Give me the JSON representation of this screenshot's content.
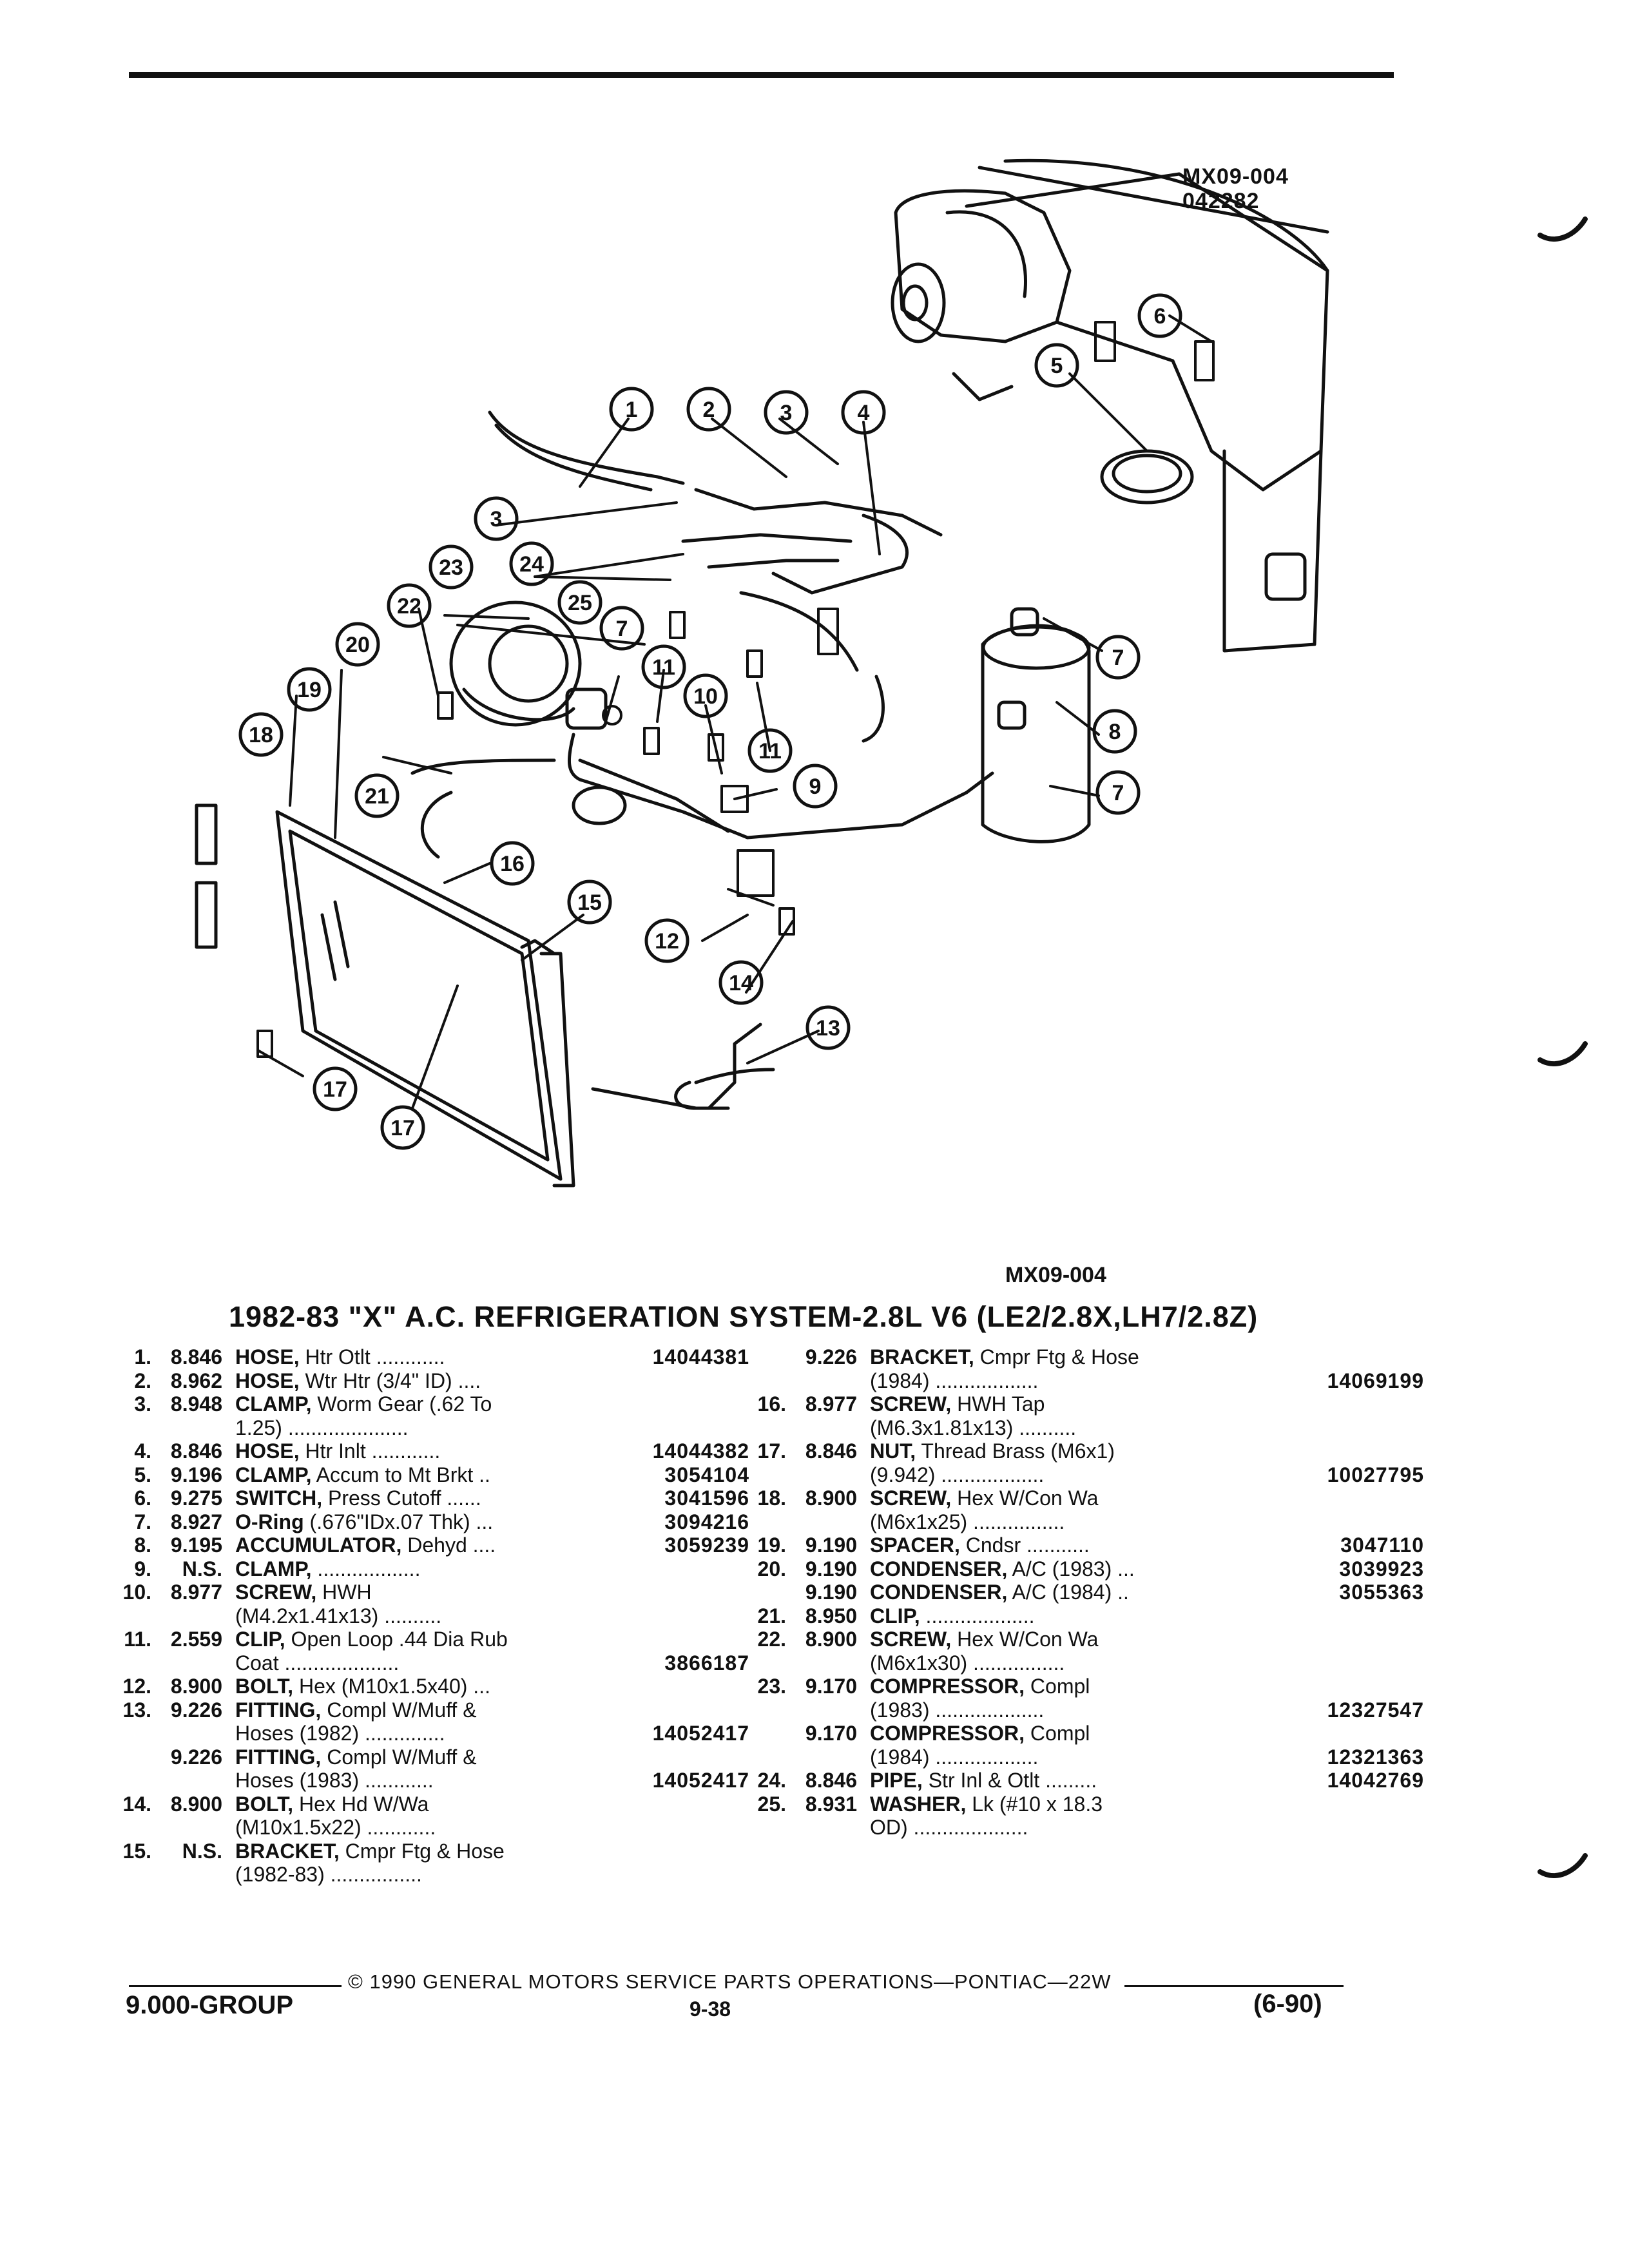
{
  "diagram": {
    "code": "MX09-004",
    "id_number": "042282",
    "caption_code": "MX09-004",
    "callouts": [
      "1",
      "2",
      "3",
      "3",
      "4",
      "5",
      "6",
      "7",
      "7",
      "7",
      "8",
      "9",
      "10",
      "11",
      "11",
      "12",
      "13",
      "14",
      "15",
      "16",
      "17",
      "17",
      "18",
      "19",
      "20",
      "21",
      "22",
      "23",
      "24",
      "25"
    ]
  },
  "title": "1982-83 \"X\" A.C. REFRIGERATION SYSTEM-2.8L V6 (LE2/2.8X,LH7/2.8Z)",
  "parts_left": [
    {
      "num": "1.",
      "group": "8.846",
      "name": "HOSE,",
      "desc": " Htr Otlt",
      "dots": "............",
      "pn": "14044381"
    },
    {
      "num": "2.",
      "group": "8.962",
      "name": "HOSE,",
      "desc": " Wtr Htr (3/4\" ID)",
      "dots": "....",
      "pn": ""
    },
    {
      "num": "3.",
      "group": "8.948",
      "name": "CLAMP,",
      "desc": " Worm Gear (.62 To",
      "dots": "",
      "pn": ""
    },
    {
      "num": "",
      "group": "",
      "name": "",
      "desc": "1.25)",
      "dots": ".....................",
      "pn": ""
    },
    {
      "num": "4.",
      "group": "8.846",
      "name": "HOSE,",
      "desc": " Htr Inlt",
      "dots": "............",
      "pn": "14044382"
    },
    {
      "num": "5.",
      "group": "9.196",
      "name": "CLAMP,",
      "desc": " Accum to Mt Brkt",
      "dots": "..",
      "pn": "3054104"
    },
    {
      "num": "6.",
      "group": "9.275",
      "name": "SWITCH,",
      "desc": " Press Cutoff",
      "dots": "......",
      "pn": "3041596"
    },
    {
      "num": "7.",
      "group": "8.927",
      "name": "O-Ring",
      "desc": " (.676\"IDx.07 Thk)",
      "dots": "...",
      "pn": "3094216"
    },
    {
      "num": "8.",
      "group": "9.195",
      "name": "ACCUMULATOR,",
      "desc": " Dehyd",
      "dots": "....",
      "pn": "3059239"
    },
    {
      "num": "9.",
      "group": "N.S.",
      "name": "CLAMP,",
      "desc": "",
      "dots": "..................",
      "pn": ""
    },
    {
      "num": "10.",
      "group": "8.977",
      "name": "SCREW,",
      "desc": " HWH",
      "dots": "",
      "pn": ""
    },
    {
      "num": "",
      "group": "",
      "name": "",
      "desc": "(M4.2x1.41x13)",
      "dots": "..........",
      "pn": ""
    },
    {
      "num": "11.",
      "group": "2.559",
      "name": "CLIP,",
      "desc": " Open Loop .44 Dia Rub",
      "dots": "",
      "pn": ""
    },
    {
      "num": "",
      "group": "",
      "name": "",
      "desc": "Coat",
      "dots": "....................",
      "pn": "3866187"
    },
    {
      "num": "12.",
      "group": "8.900",
      "name": "BOLT,",
      "desc": " Hex (M10x1.5x40)",
      "dots": "...",
      "pn": ""
    },
    {
      "num": "13.",
      "group": "9.226",
      "name": "FITTING,",
      "desc": " Compl W/Muff &",
      "dots": "",
      "pn": ""
    },
    {
      "num": "",
      "group": "",
      "name": "",
      "desc": "Hoses (1982)",
      "dots": "..............",
      "pn": "14052417"
    },
    {
      "num": "",
      "group": "9.226",
      "name": "FITTING,",
      "desc": " Compl W/Muff &",
      "dots": "",
      "pn": ""
    },
    {
      "num": "",
      "group": "",
      "name": "",
      "desc": "Hoses (1983)",
      "dots": "............",
      "pn": "14052417"
    },
    {
      "num": "14.",
      "group": "8.900",
      "name": "BOLT,",
      "desc": " Hex Hd W/Wa",
      "dots": "",
      "pn": ""
    },
    {
      "num": "",
      "group": "",
      "name": "",
      "desc": "(M10x1.5x22)",
      "dots": "............",
      "pn": ""
    },
    {
      "num": "15.",
      "group": "N.S.",
      "name": "BRACKET,",
      "desc": " Cmpr Ftg & Hose",
      "dots": "",
      "pn": ""
    },
    {
      "num": "",
      "group": "",
      "name": "",
      "desc": "(1982-83)",
      "dots": "................",
      "pn": ""
    }
  ],
  "parts_right": [
    {
      "num": "",
      "group": "9.226",
      "name": "BRACKET,",
      "desc": " Cmpr Ftg & Hose",
      "dots": "",
      "pn": ""
    },
    {
      "num": "",
      "group": "",
      "name": "",
      "desc": "(1984)",
      "dots": "..................",
      "pn": "14069199"
    },
    {
      "num": "16.",
      "group": "8.977",
      "name": "SCREW,",
      "desc": " HWH Tap",
      "dots": "",
      "pn": ""
    },
    {
      "num": "",
      "group": "",
      "name": "",
      "desc": "(M6.3x1.81x13)",
      "dots": "..........",
      "pn": ""
    },
    {
      "num": "17.",
      "group": "8.846",
      "name": "NUT,",
      "desc": " Thread Brass (M6x1)",
      "dots": "",
      "pn": ""
    },
    {
      "num": "",
      "group": "",
      "name": "",
      "desc": "(9.942)",
      "dots": "..................",
      "pn": "10027795"
    },
    {
      "num": "18.",
      "group": "8.900",
      "name": "SCREW,",
      "desc": " Hex W/Con Wa",
      "dots": "",
      "pn": ""
    },
    {
      "num": "",
      "group": "",
      "name": "",
      "desc": "(M6x1x25)",
      "dots": "................",
      "pn": ""
    },
    {
      "num": "19.",
      "group": "9.190",
      "name": "SPACER,",
      "desc": " Cndsr",
      "dots": "...........",
      "pn": "3047110"
    },
    {
      "num": "20.",
      "group": "9.190",
      "name": "CONDENSER,",
      "desc": " A/C (1983)",
      "dots": "...",
      "pn": "3039923"
    },
    {
      "num": "",
      "group": "9.190",
      "name": "CONDENSER,",
      "desc": " A/C (1984)",
      "dots": "..",
      "pn": "3055363"
    },
    {
      "num": "21.",
      "group": "8.950",
      "name": "CLIP,",
      "desc": "",
      "dots": "...................",
      "pn": ""
    },
    {
      "num": "22.",
      "group": "8.900",
      "name": "SCREW,",
      "desc": " Hex W/Con Wa",
      "dots": "",
      "pn": ""
    },
    {
      "num": "",
      "group": "",
      "name": "",
      "desc": "(M6x1x30)",
      "dots": "................",
      "pn": ""
    },
    {
      "num": "23.",
      "group": "9.170",
      "name": "COMPRESSOR,",
      "desc": " Compl",
      "dots": "",
      "pn": ""
    },
    {
      "num": "",
      "group": "",
      "name": "",
      "desc": "(1983)",
      "dots": "...................",
      "pn": "12327547"
    },
    {
      "num": "",
      "group": "9.170",
      "name": "COMPRESSOR,",
      "desc": " Compl",
      "dots": "",
      "pn": ""
    },
    {
      "num": "",
      "group": "",
      "name": "",
      "desc": "(1984)",
      "dots": "..................",
      "pn": "12321363"
    },
    {
      "num": "24.",
      "group": "8.846",
      "name": "PIPE,",
      "desc": " Str Inl & Otlt",
      "dots": ".........",
      "pn": "14042769"
    },
    {
      "num": "25.",
      "group": "8.931",
      "name": "WASHER,",
      "desc": " Lk (#10 x 18.3",
      "dots": "",
      "pn": ""
    },
    {
      "num": "",
      "group": "",
      "name": "",
      "desc": "OD)",
      "dots": "....................",
      "pn": ""
    }
  ],
  "footer": {
    "copyright": "© 1990 GENERAL MOTORS SERVICE PARTS OPERATIONS—PONTIAC—22W",
    "group": "9.000-GROUP",
    "page": "9-38",
    "date": "(6-90)"
  }
}
